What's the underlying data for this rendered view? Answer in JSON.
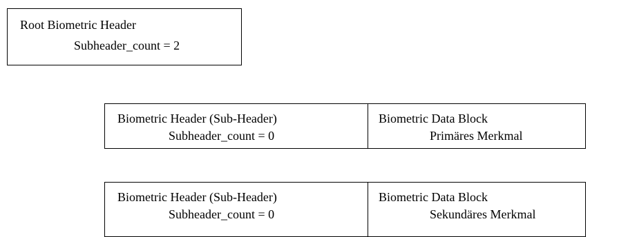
{
  "root_header": {
    "title": "Root Biometric Header",
    "count": "Subheader_count = 2"
  },
  "rows": [
    {
      "header_title": "Biometric Header (Sub-Header)",
      "header_count": "Subheader_count = 0",
      "block_title": "Biometric Data Block",
      "block_feature": "Primäres Merkmal"
    },
    {
      "header_title": "Biometric Header (Sub-Header)",
      "header_count": "Subheader_count = 0",
      "block_title": "Biometric Data Block",
      "block_feature": "Sekundäres Merkmal"
    }
  ]
}
